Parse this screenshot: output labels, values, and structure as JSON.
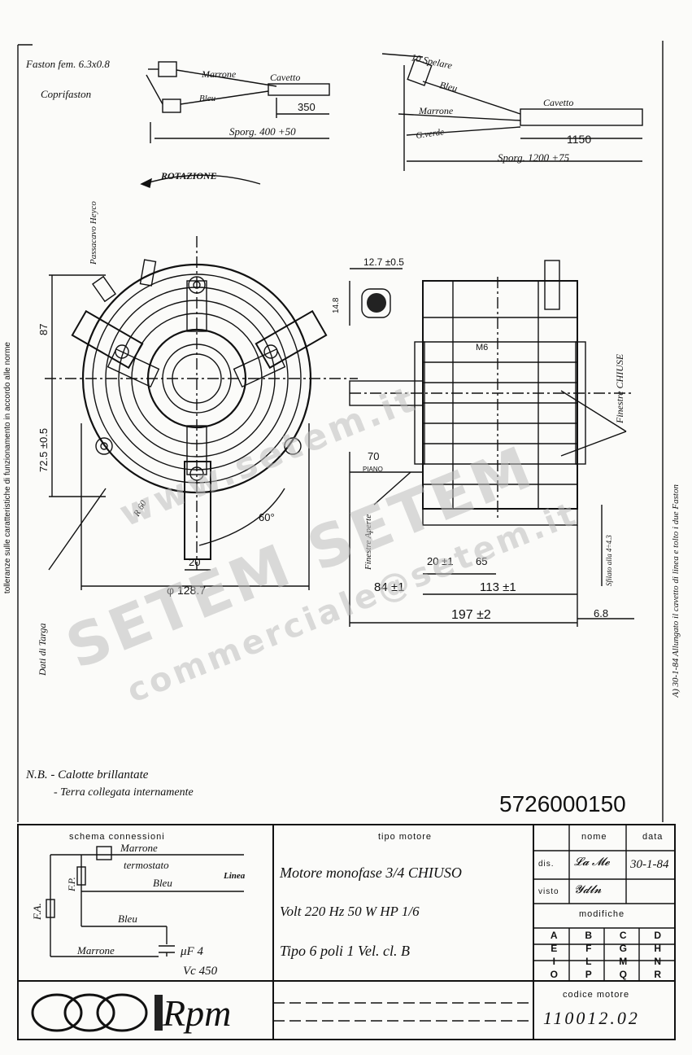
{
  "connectors_left": {
    "faston": "Faston fem. 6.3x0.8",
    "coprifaston": "Coprifaston",
    "wire1": "Marrone",
    "wire2": "Bleu",
    "cable": "Cavetto",
    "length": "350",
    "sporg": "Sporg. 400 +50"
  },
  "connectors_right": {
    "spelare": "10 Spelare",
    "wire1": "Bleu",
    "wire2": "Marrone",
    "wire3": "G.verde",
    "cable": "Cavetto",
    "length": "1150",
    "sporg": "Sporg. 1200 +75"
  },
  "front_view": {
    "rotation": "ROTAZIONE",
    "passacavo": "Passacavo Heyco",
    "dim_87": "87",
    "dim_72": "72.5 ±0.5",
    "dim_r": "R 60",
    "dim_angle": "60°",
    "dim_20": "20",
    "dim_diam": "φ 128.7",
    "targa": "Dati di Targa"
  },
  "side_view": {
    "dim_12": "12.7 ±0.5",
    "dim_14": "14.8",
    "m6": "M6",
    "finestre_chiuse": "Finestre CHIUSE",
    "finestre_aperte": "Finestre Aperte",
    "dim_70": "70",
    "piano": "PIANO",
    "dim_20": "20 ±1",
    "dim_65": "65",
    "dim_84": "84 ±1",
    "dim_113": "113 ±1",
    "dim_197": "197 ±2",
    "dim_68": "6.8",
    "sfilato": "Sfilato alla 4÷4.3"
  },
  "notes": {
    "nb1": "N.B. - Calotte brillantate",
    "nb2": "- Terra collegata internamente",
    "code": "5726000150"
  },
  "side_notes": {
    "left": "tolleranze sulle caratteristiche di funzionamento in accordo alle norme",
    "right": "A) 30-1-84 Allungato il cavetto di linea e tolto i due Faston"
  },
  "watermark": {
    "line1": "www.setem.it",
    "line2": "SETEM SETEM",
    "line3": "commerciale@setem.it"
  },
  "title_block": {
    "schema_header": "schema connessioni",
    "marrone": "Marrone",
    "termostato": "termostato",
    "bleu": "Bleu",
    "linea": "Linea",
    "fa": "F.A.",
    "fp": "F.P.",
    "bleu2": "Bleu",
    "marrone2": "Marrone",
    "cap1": "μF 4",
    "cap2": "Vc 450",
    "tipo_header": "tipo motore",
    "tipo1": "Motore monofase 3/4 CHIUSO",
    "tipo2": "Volt 220   Hz 50   W   HP 1/6",
    "tipo3": "Tipo 6 poli 1 Vel.   cl. B",
    "nome": "nome",
    "data": "data",
    "dis": "dis.",
    "visto": "visto",
    "dis_date": "30-1-84",
    "modifiche": "modifiche",
    "mod_letters": [
      "A",
      "B",
      "C",
      "D",
      "E",
      "F",
      "G",
      "H",
      "I",
      "L",
      "M",
      "N",
      "O",
      "P",
      "Q",
      "R"
    ],
    "codice": "codice motore",
    "codice_val": "110012.02",
    "logo": "Rpm"
  }
}
